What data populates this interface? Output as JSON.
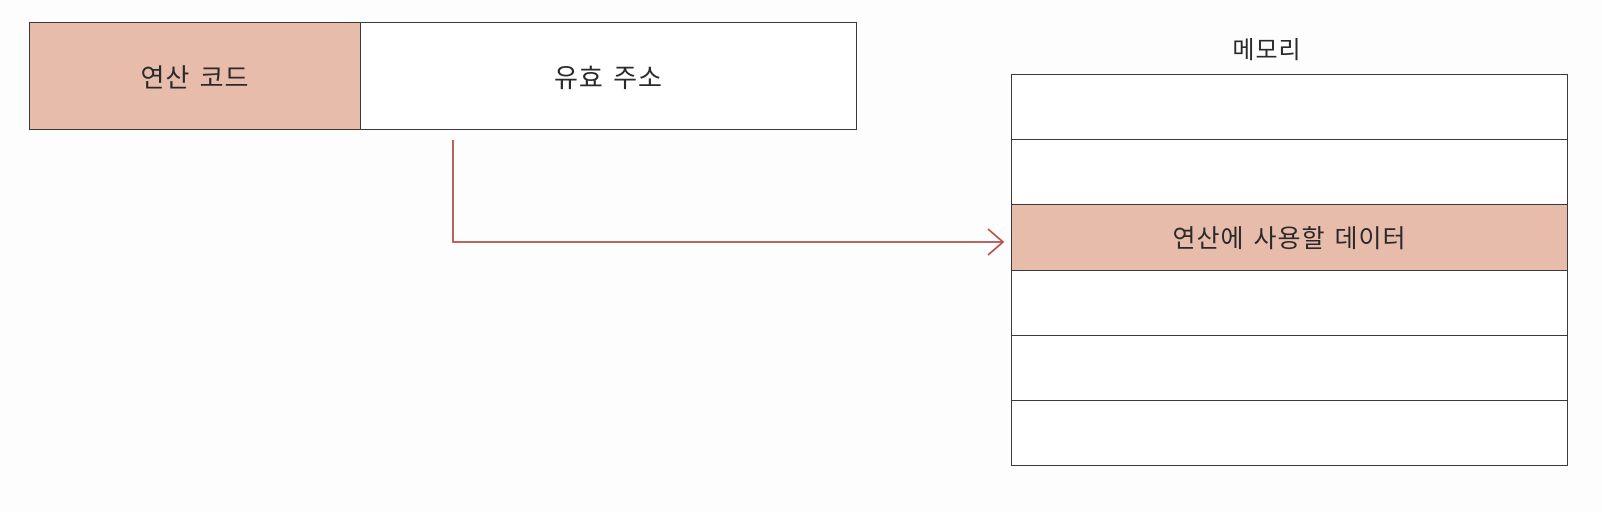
{
  "instruction": {
    "opcode_label": "연산 코드",
    "address_label": "유효 주소"
  },
  "memory": {
    "title": "메모리",
    "cells": [
      "",
      "",
      "연산에 사용할 데이터",
      "",
      "",
      ""
    ],
    "highlight_index": 2
  },
  "colors": {
    "highlight_fill": "#e8bcaa",
    "arrow": "#b5514a",
    "outline": "#3a3a3a"
  }
}
